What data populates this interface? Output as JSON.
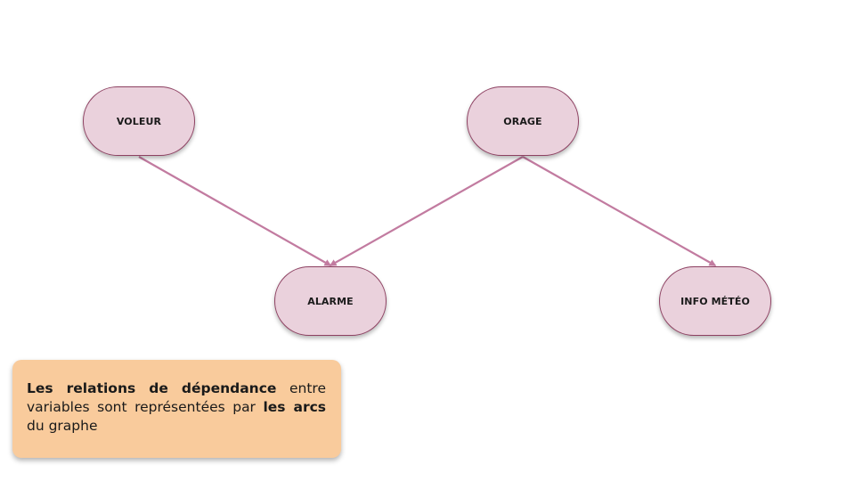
{
  "nodes": {
    "voleur": "VOLEUR",
    "orage": "ORAGE",
    "alarme": "ALARME",
    "info": "INFO MÉTÉO"
  },
  "edges": [
    {
      "from": "VOLEUR",
      "to": "ALARME"
    },
    {
      "from": "ORAGE",
      "to": "ALARME"
    },
    {
      "from": "ORAGE",
      "to": "INFO MÉTÉO"
    }
  ],
  "note": {
    "bold1": "Les relations de dépendance",
    "text1": " entre variables sont représentées par ",
    "bold2": "les arcs",
    "text2": " du graphe"
  },
  "colors": {
    "node_fill": "#ead1dc",
    "node_border": "#8e4162",
    "arrow": "#c27ba0",
    "note_fill": "#f9cb9c"
  }
}
